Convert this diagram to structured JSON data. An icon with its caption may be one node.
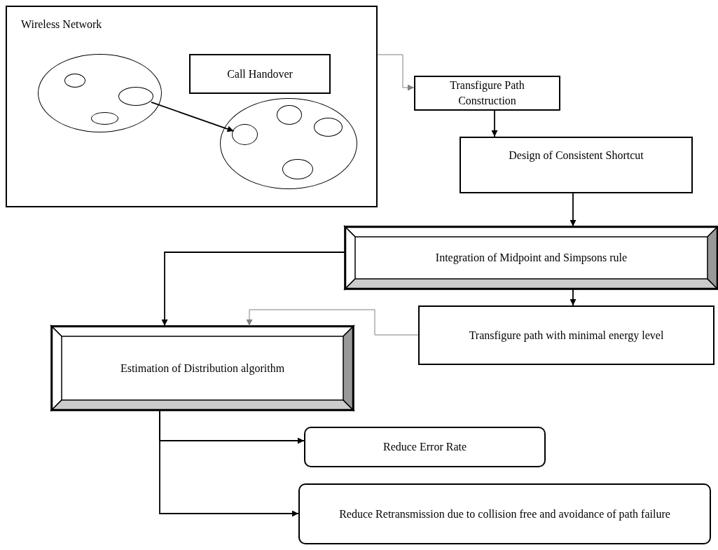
{
  "diagram": {
    "nodes": [
      {
        "text": [
          "Wireless Network"
        ]
      },
      {
        "text": [],
        "shape": "circle",
        "in": 0
      },
      {
        "text": [],
        "shape": "circle",
        "in": 1
      },
      {
        "text": [],
        "shape": "circle",
        "in": 1
      },
      {
        "text": [],
        "shape": "circle",
        "in": 1
      },
      {
        "text": [
          "Call Handover"
        ],
        "in": 0
      },
      {
        "text": [],
        "shape": "circle",
        "in": 0
      },
      {
        "text": [],
        "shape": "circle",
        "in": 6
      },
      {
        "text": [],
        "shape": "circle",
        "in": 6
      },
      {
        "text": [],
        "shape": "circle",
        "in": 6
      },
      {
        "text": [],
        "shape": "circle",
        "in": 6
      },
      {
        "text": [
          "Transfigure Path Construction"
        ]
      },
      {
        "text": [
          "Design of Consistent Shortcut"
        ]
      },
      {
        "text": [
          "Integration of Midpoint and Simpsons rule"
        ]
      },
      {
        "text": [
          "Transfigure path with minimal energy level"
        ]
      },
      {
        "text": [
          "Estimation of Distribution algorithm"
        ]
      },
      {
        "text": [
          "Reduce Error Rate"
        ]
      },
      {
        "text": [
          "Reduce Retransmission due to collision free and avoidance of path failure"
        ]
      }
    ],
    "edges": [
      {
        "from": 3,
        "to": 8,
        "arrow": "to"
      },
      {
        "from": 0,
        "to": 11,
        "arrow": "to",
        "color": "#808080"
      },
      {
        "from": 11,
        "to": 12,
        "arrow": "to"
      },
      {
        "from": 12,
        "to": 13,
        "arrow": "to"
      },
      {
        "from": 13,
        "to": 15,
        "arrow": "to"
      },
      {
        "from": 13,
        "to": 14,
        "arrow": "to"
      },
      {
        "from": 14,
        "to": 15,
        "arrow": "to",
        "color": "#808080"
      },
      {
        "from": 15,
        "to": 16,
        "arrow": "to"
      },
      {
        "from": 15,
        "to": 17,
        "arrow": "to"
      }
    ]
  }
}
